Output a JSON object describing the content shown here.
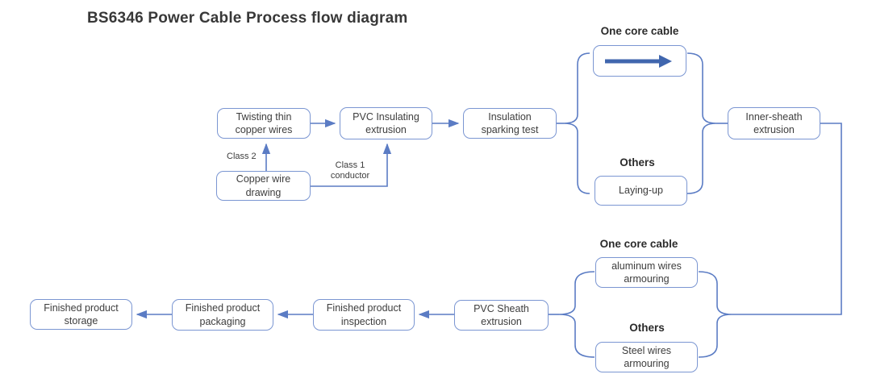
{
  "title": "BS6346 Power Cable Process flow diagram",
  "colors": {
    "node_border": "#7b96d2",
    "connector": "#5b7cc4",
    "thick_arrow": "#4066ae",
    "text": "#3d3d3d"
  },
  "nodes": {
    "twisting": "Twisting thin copper wires",
    "pvc_insulating": "PVC Insulating extrusion",
    "insulation_test": "Insulation sparking test",
    "copper_drawing": "Copper wire drawing",
    "laying_up": "Laying-up",
    "inner_sheath": "Inner-sheath extrusion",
    "aluminum_armouring": "aluminum wires armouring",
    "steel_armouring": "Steel wires armouring",
    "pvc_sheath": "PVC Sheath extrusion",
    "inspection": "Finished product inspection",
    "packaging": "Finished product packaging",
    "storage": "Finished product storage"
  },
  "labels": {
    "one_core_top": "One core cable",
    "others_top": "Others",
    "one_core_bottom": "One core cable",
    "others_bottom": "Others",
    "class_2": "Class 2",
    "class_1": "Class 1 conductor"
  },
  "icons": {
    "flow_arrow": "right-arrow"
  }
}
